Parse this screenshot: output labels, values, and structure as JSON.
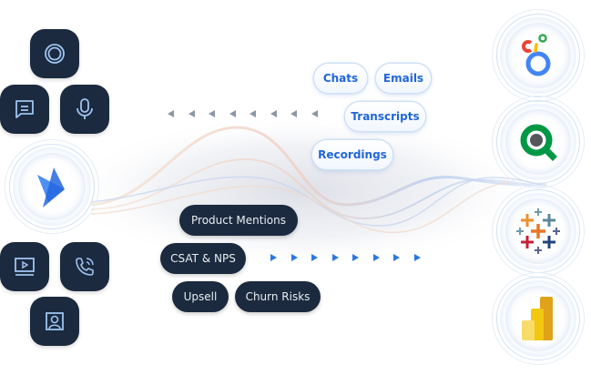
{
  "sources": {
    "icons": [
      {
        "name": "target-rings-icon"
      },
      {
        "name": "chat-message-icon"
      },
      {
        "name": "microphone-icon"
      },
      {
        "name": "video-player-icon"
      },
      {
        "name": "phone-call-icon"
      },
      {
        "name": "contact-card-icon"
      }
    ],
    "hub": {
      "name": "brand-logo-icon",
      "color": "#2a6fe6"
    }
  },
  "inputs": {
    "chats": "Chats",
    "emails": "Emails",
    "transcripts": "Transcripts",
    "recordings": "Recordings",
    "color": "#2166d8"
  },
  "outputs": {
    "product_mentions": "Product Mentions",
    "csat_nps": "CSAT & NPS",
    "upsell": "Upsell",
    "churn_risks": "Churn Risks"
  },
  "integrations": [
    {
      "name": "looker-studio-logo"
    },
    {
      "name": "qlik-logo"
    },
    {
      "name": "tableau-logo"
    },
    {
      "name": "power-bi-logo"
    }
  ],
  "colors": {
    "tile_dark": "#1b2a3e",
    "tile_icon": "#9fc3f0",
    "arrow_in": "#8a97a8",
    "arrow_out": "#2a78e4"
  }
}
